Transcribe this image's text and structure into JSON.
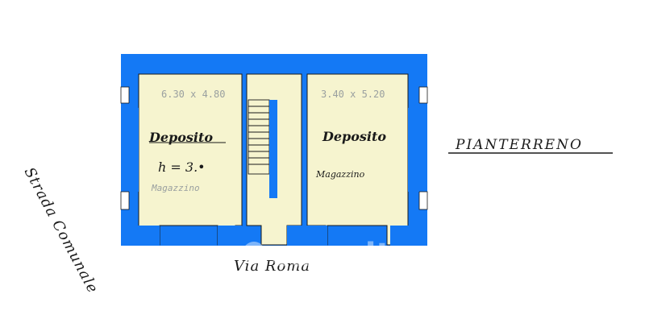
{
  "floor_label": "PIANTERRENO",
  "street_bottom": "Via Roma",
  "street_side": "Strada Comunale",
  "rooms": [
    {
      "name": "Deposito",
      "dimensions": "6.30 x 4.80",
      "height": "h = 3.•",
      "note": "Magazzino"
    },
    {
      "name": "Deposito",
      "dimensions": "3.40 x 5.20",
      "note": "Magazzino"
    }
  ],
  "watermark": "casa.it",
  "colors": {
    "wall": "#1479f5",
    "floor": "#f6f4cf",
    "ink": "#1a1a1a"
  }
}
